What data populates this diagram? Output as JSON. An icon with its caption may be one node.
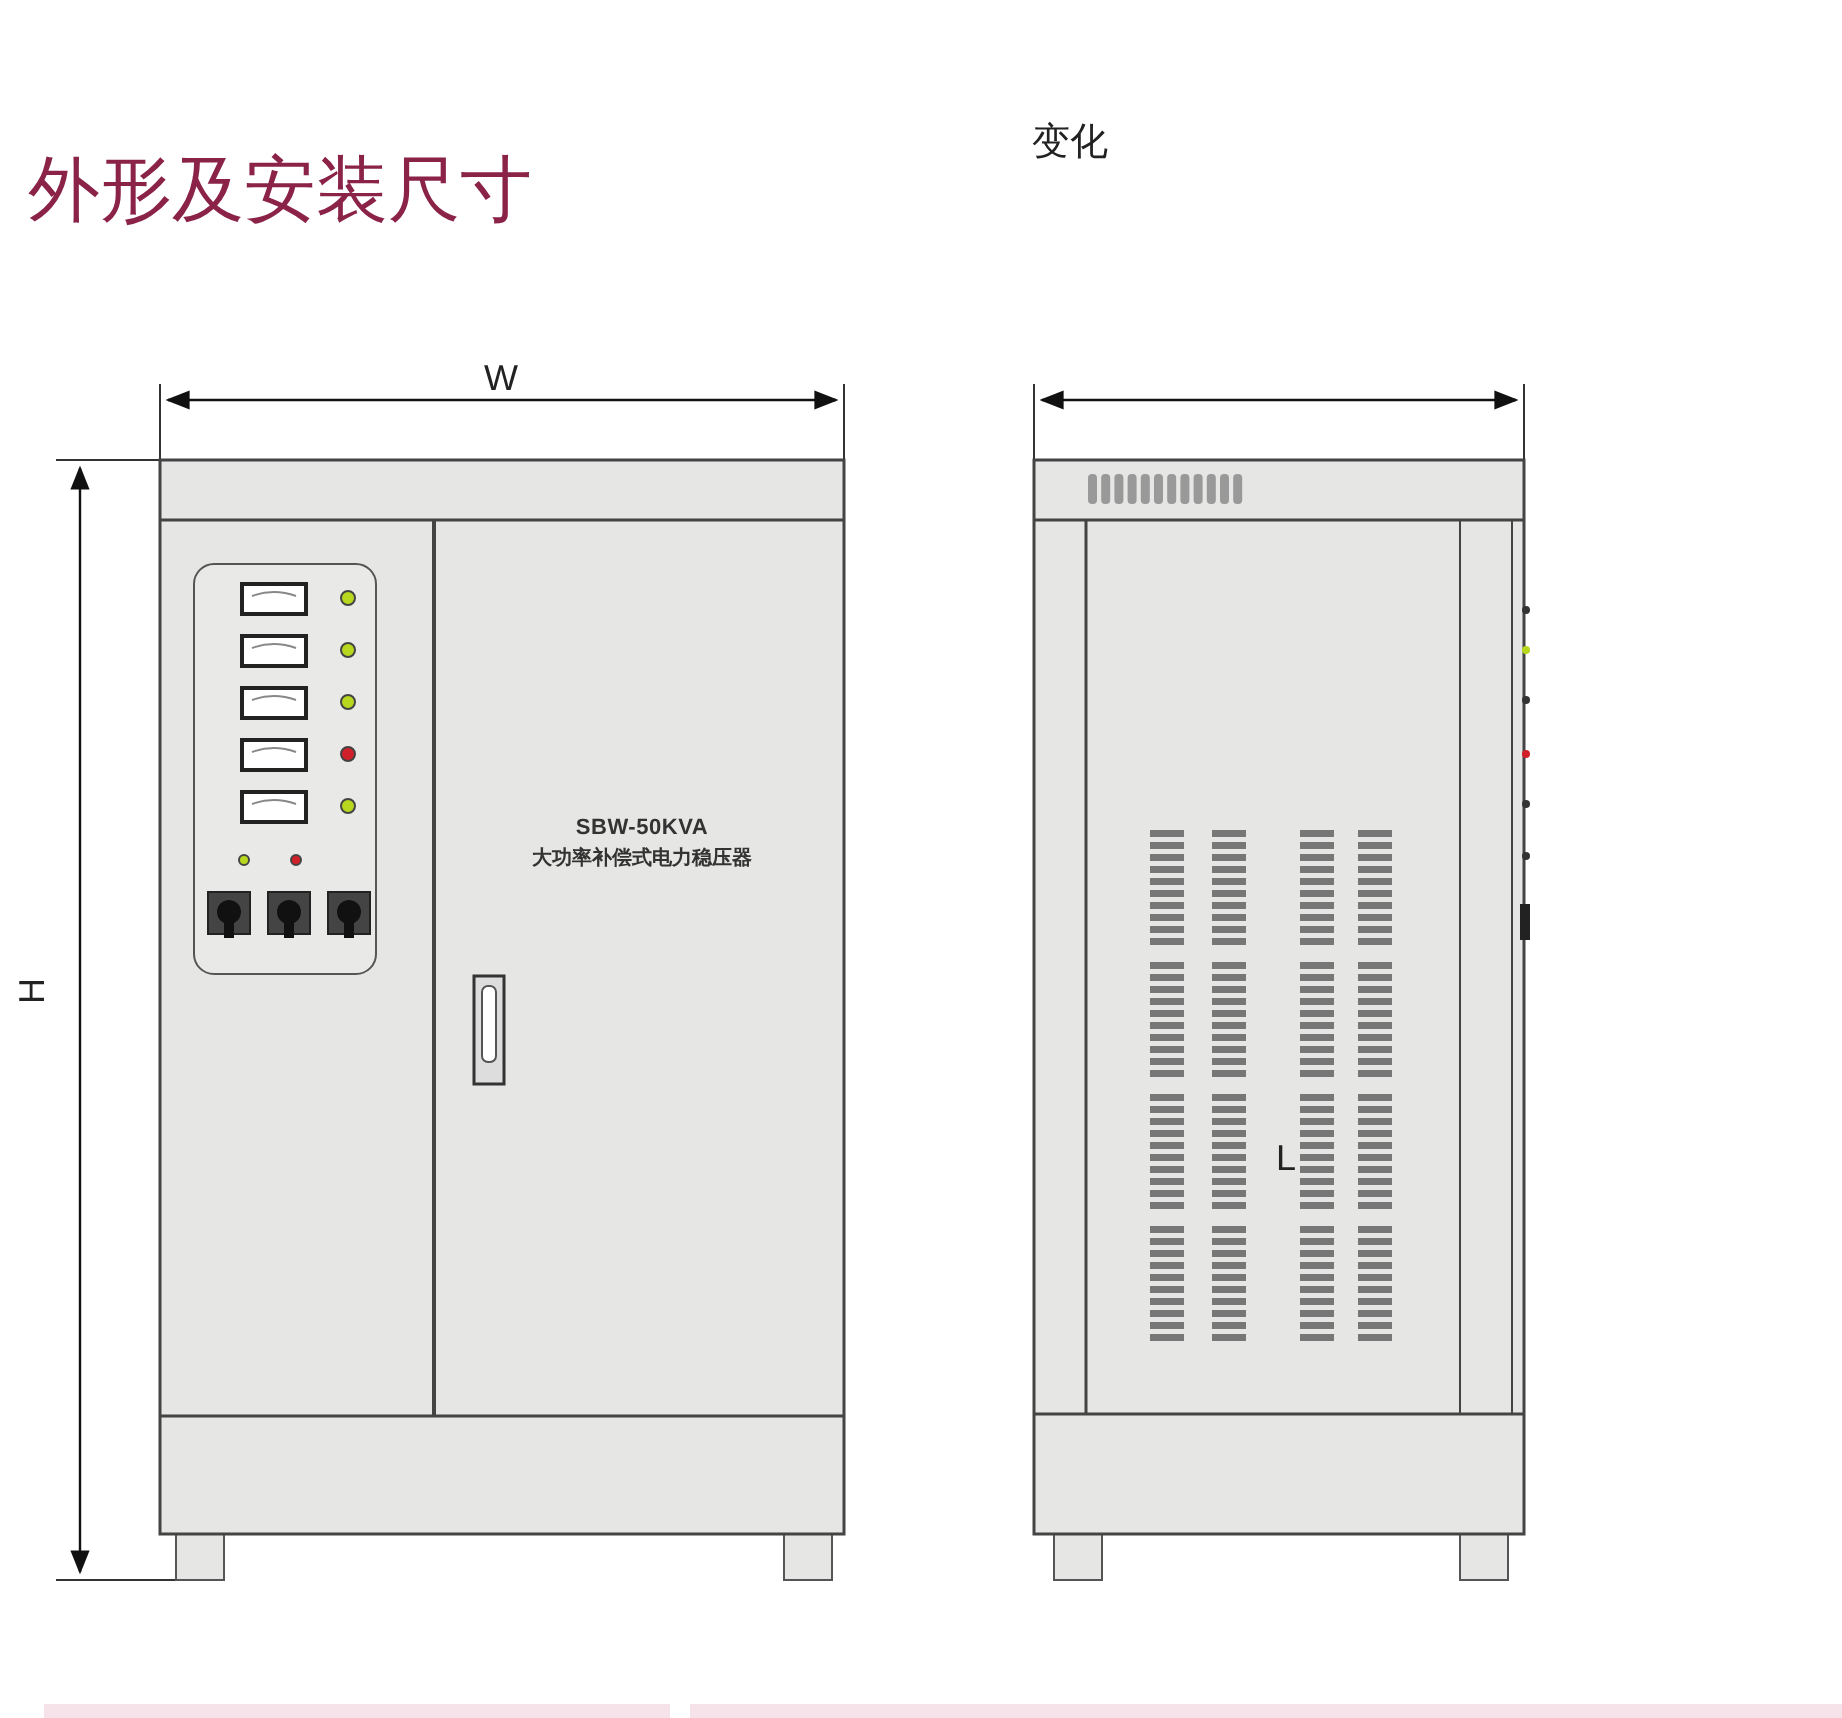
{
  "diagram": {
    "title": "外形及安装尺寸",
    "labels": [
      "变化",
      "W",
      "H",
      "SBW-50KVA",
      "大功率补偿式电力稳压器",
      "L"
    ]
  }
}
